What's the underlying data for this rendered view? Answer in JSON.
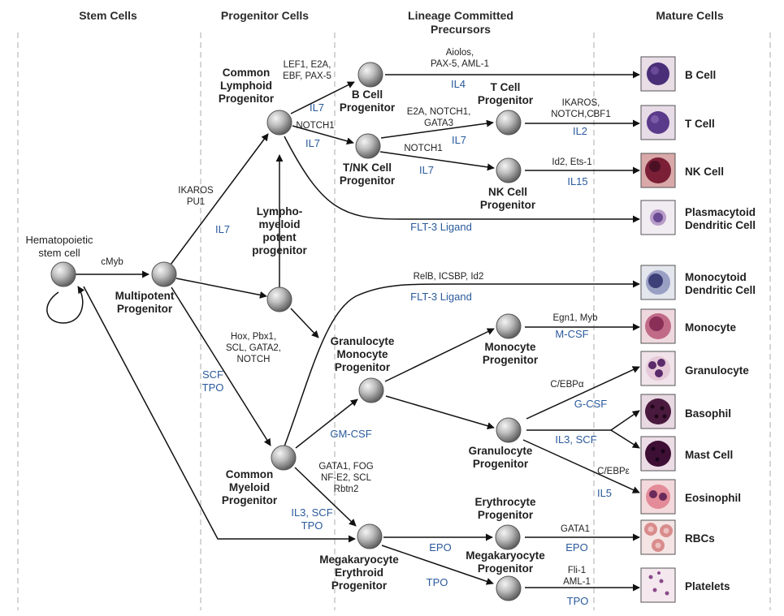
{
  "colors": {
    "line": "#111111",
    "cytokine": "#2a5a9c",
    "divider": "#b9b9b9",
    "node_light": "#f2f2f2",
    "node_dark": "#6e6e6e"
  },
  "headers": [
    {
      "id": "stem",
      "lines": [
        "Stem Cells"
      ]
    },
    {
      "id": "progenitor",
      "lines": [
        "Progenitor Cells"
      ]
    },
    {
      "id": "lineage",
      "lines": [
        "Lineage Committed",
        "Precursors"
      ]
    },
    {
      "id": "mature",
      "lines": [
        "Mature Cells"
      ]
    }
  ],
  "nodes": [
    {
      "id": "hsc",
      "lines": [
        "Hematopoietic",
        "stem cell"
      ],
      "bold": false
    },
    {
      "id": "mpp",
      "lines": [
        "Multipotent",
        "Progenitor"
      ],
      "bold": true
    },
    {
      "id": "clp",
      "lines": [
        "Common",
        "Lymphoid",
        "Progenitor"
      ],
      "bold": true
    },
    {
      "id": "lmpp",
      "lines": [
        "Lympho-",
        "myeloid",
        "potent",
        "progenitor"
      ],
      "bold": true
    },
    {
      "id": "cmp",
      "lines": [
        "Common",
        "Myeloid",
        "Progenitor"
      ],
      "bold": true
    },
    {
      "id": "bcp",
      "lines": [
        "B Cell",
        "Progenitor"
      ],
      "bold": true
    },
    {
      "id": "tnk",
      "lines": [
        "T/NK Cell",
        "Progenitor"
      ],
      "bold": true
    },
    {
      "id": "tcp",
      "lines": [
        "T Cell",
        "Progenitor"
      ],
      "bold": true
    },
    {
      "id": "nkp",
      "lines": [
        "NK Cell",
        "Progenitor"
      ],
      "bold": true
    },
    {
      "id": "gmp",
      "lines": [
        "Granulocyte",
        "Monocyte",
        "Progenitor"
      ],
      "bold": true
    },
    {
      "id": "mono_p",
      "lines": [
        "Monocyte",
        "Progenitor"
      ],
      "bold": true
    },
    {
      "id": "gran_p",
      "lines": [
        "Granulocyte",
        "Progenitor"
      ],
      "bold": true
    },
    {
      "id": "mep",
      "lines": [
        "Megakaryocyte",
        "Erythroid",
        "Progenitor"
      ],
      "bold": true
    },
    {
      "id": "ery_p",
      "lines": [
        "Erythrocyte",
        "Progenitor"
      ],
      "bold": true
    },
    {
      "id": "mk_p",
      "lines": [
        "Megakaryocyte",
        "Progenitor"
      ],
      "bold": true
    }
  ],
  "mature_cells": [
    {
      "id": "bcell",
      "lines": [
        "B Cell"
      ],
      "style": "lymph"
    },
    {
      "id": "tcell",
      "lines": [
        "T Cell"
      ],
      "style": "lymph"
    },
    {
      "id": "nkcell",
      "lines": [
        "NK Cell"
      ],
      "style": "dark"
    },
    {
      "id": "pdc",
      "lines": [
        "Plasmacytoid",
        "Dendritic Cell"
      ],
      "style": "pale"
    },
    {
      "id": "mdc",
      "lines": [
        "Monocytoid",
        "Dendritic Cell"
      ],
      "style": "mono"
    },
    {
      "id": "monocyte",
      "lines": [
        "Monocyte"
      ],
      "style": "pink"
    },
    {
      "id": "granulocyte",
      "lines": [
        "Granulocyte"
      ],
      "style": "gran"
    },
    {
      "id": "basophil",
      "lines": [
        "Basophil"
      ],
      "style": "baso"
    },
    {
      "id": "mast",
      "lines": [
        "Mast Cell"
      ],
      "style": "baso"
    },
    {
      "id": "eosinophil",
      "lines": [
        "Eosinophil"
      ],
      "style": "eos"
    },
    {
      "id": "rbc",
      "lines": [
        "RBCs"
      ],
      "style": "rbc"
    },
    {
      "id": "platelets",
      "lines": [
        "Platelets"
      ],
      "style": "plt"
    }
  ],
  "annotations": [
    {
      "id": "cmyb",
      "lines": [
        "cMyb"
      ],
      "kind": "factor"
    },
    {
      "id": "ikaros_pu1",
      "lines": [
        "IKAROS",
        "PU1"
      ],
      "kind": "factor"
    },
    {
      "id": "il7_a",
      "lines": [
        "IL7"
      ],
      "kind": "cytokine"
    },
    {
      "id": "lef1",
      "lines": [
        "LEF1, E2A,",
        "EBF, PAX-5"
      ],
      "kind": "factor"
    },
    {
      "id": "il7_b",
      "lines": [
        "IL7"
      ],
      "kind": "cytokine"
    },
    {
      "id": "notch1_a",
      "lines": [
        "NOTCH1"
      ],
      "kind": "factor"
    },
    {
      "id": "il7_c",
      "lines": [
        "IL7"
      ],
      "kind": "cytokine"
    },
    {
      "id": "aiolos",
      "lines": [
        "Aiolos,",
        "PAX-5, AML-1"
      ],
      "kind": "factor"
    },
    {
      "id": "il4",
      "lines": [
        "IL4"
      ],
      "kind": "cytokine"
    },
    {
      "id": "e2a_notch",
      "lines": [
        "E2A, NOTCH1,",
        "GATA3"
      ],
      "kind": "factor"
    },
    {
      "id": "il7_d",
      "lines": [
        "IL7"
      ],
      "kind": "cytokine"
    },
    {
      "id": "notch1_b",
      "lines": [
        "NOTCH1"
      ],
      "kind": "factor"
    },
    {
      "id": "il7_e",
      "lines": [
        "IL7"
      ],
      "kind": "cytokine"
    },
    {
      "id": "ikaros_notch",
      "lines": [
        "IKAROS,",
        "NOTCH,CBF1"
      ],
      "kind": "factor"
    },
    {
      "id": "il2",
      "lines": [
        "IL2"
      ],
      "kind": "cytokine"
    },
    {
      "id": "id2_ets",
      "lines": [
        "Id2, Ets-1"
      ],
      "kind": "factor"
    },
    {
      "id": "il15",
      "lines": [
        "IL15"
      ],
      "kind": "cytokine"
    },
    {
      "id": "flt3_a",
      "lines": [
        "FLT-3 Ligand"
      ],
      "kind": "cytokine"
    },
    {
      "id": "relb",
      "lines": [
        "RelB, ICSBP, Id2"
      ],
      "kind": "factor"
    },
    {
      "id": "flt3_b",
      "lines": [
        "FLT-3 Ligand"
      ],
      "kind": "cytokine"
    },
    {
      "id": "hox",
      "lines": [
        "Hox, Pbx1,",
        "SCL, GATA2,",
        "NOTCH"
      ],
      "kind": "factor"
    },
    {
      "id": "scf_tpo",
      "lines": [
        "SCF",
        "TPO"
      ],
      "kind": "cytokine"
    },
    {
      "id": "gmcsf",
      "lines": [
        "GM-CSF"
      ],
      "kind": "cytokine"
    },
    {
      "id": "egn1",
      "lines": [
        "Egn1, Myb"
      ],
      "kind": "factor"
    },
    {
      "id": "mcsf",
      "lines": [
        "M-CSF"
      ],
      "kind": "cytokine"
    },
    {
      "id": "cebpa",
      "lines": [
        "C/EBPα"
      ],
      "kind": "factor"
    },
    {
      "id": "gcsf",
      "lines": [
        "G-CSF"
      ],
      "kind": "cytokine"
    },
    {
      "id": "il3_scf_b",
      "lines": [
        "IL3, SCF"
      ],
      "kind": "cytokine"
    },
    {
      "id": "cebpe",
      "lines": [
        "C/EBPε"
      ],
      "kind": "factor"
    },
    {
      "id": "il5",
      "lines": [
        "IL5"
      ],
      "kind": "cytokine"
    },
    {
      "id": "gata1_fog",
      "lines": [
        "GATA1, FOG",
        "NF-E2, SCL",
        "Rbtn2"
      ],
      "kind": "factor"
    },
    {
      "id": "il3_scf_tpo",
      "lines": [
        "IL3, SCF",
        "TPO"
      ],
      "kind": "cytokine"
    },
    {
      "id": "epo_a",
      "lines": [
        "EPO"
      ],
      "kind": "cytokine"
    },
    {
      "id": "tpo_a",
      "lines": [
        "TPO"
      ],
      "kind": "cytokine"
    },
    {
      "id": "gata1",
      "lines": [
        "GATA1"
      ],
      "kind": "factor"
    },
    {
      "id": "epo_b",
      "lines": [
        "EPO"
      ],
      "kind": "cytokine"
    },
    {
      "id": "fli1",
      "lines": [
        "Fli-1",
        "AML-1"
      ],
      "kind": "factor"
    },
    {
      "id": "tpo_b",
      "lines": [
        "TPO"
      ],
      "kind": "cytokine"
    }
  ]
}
